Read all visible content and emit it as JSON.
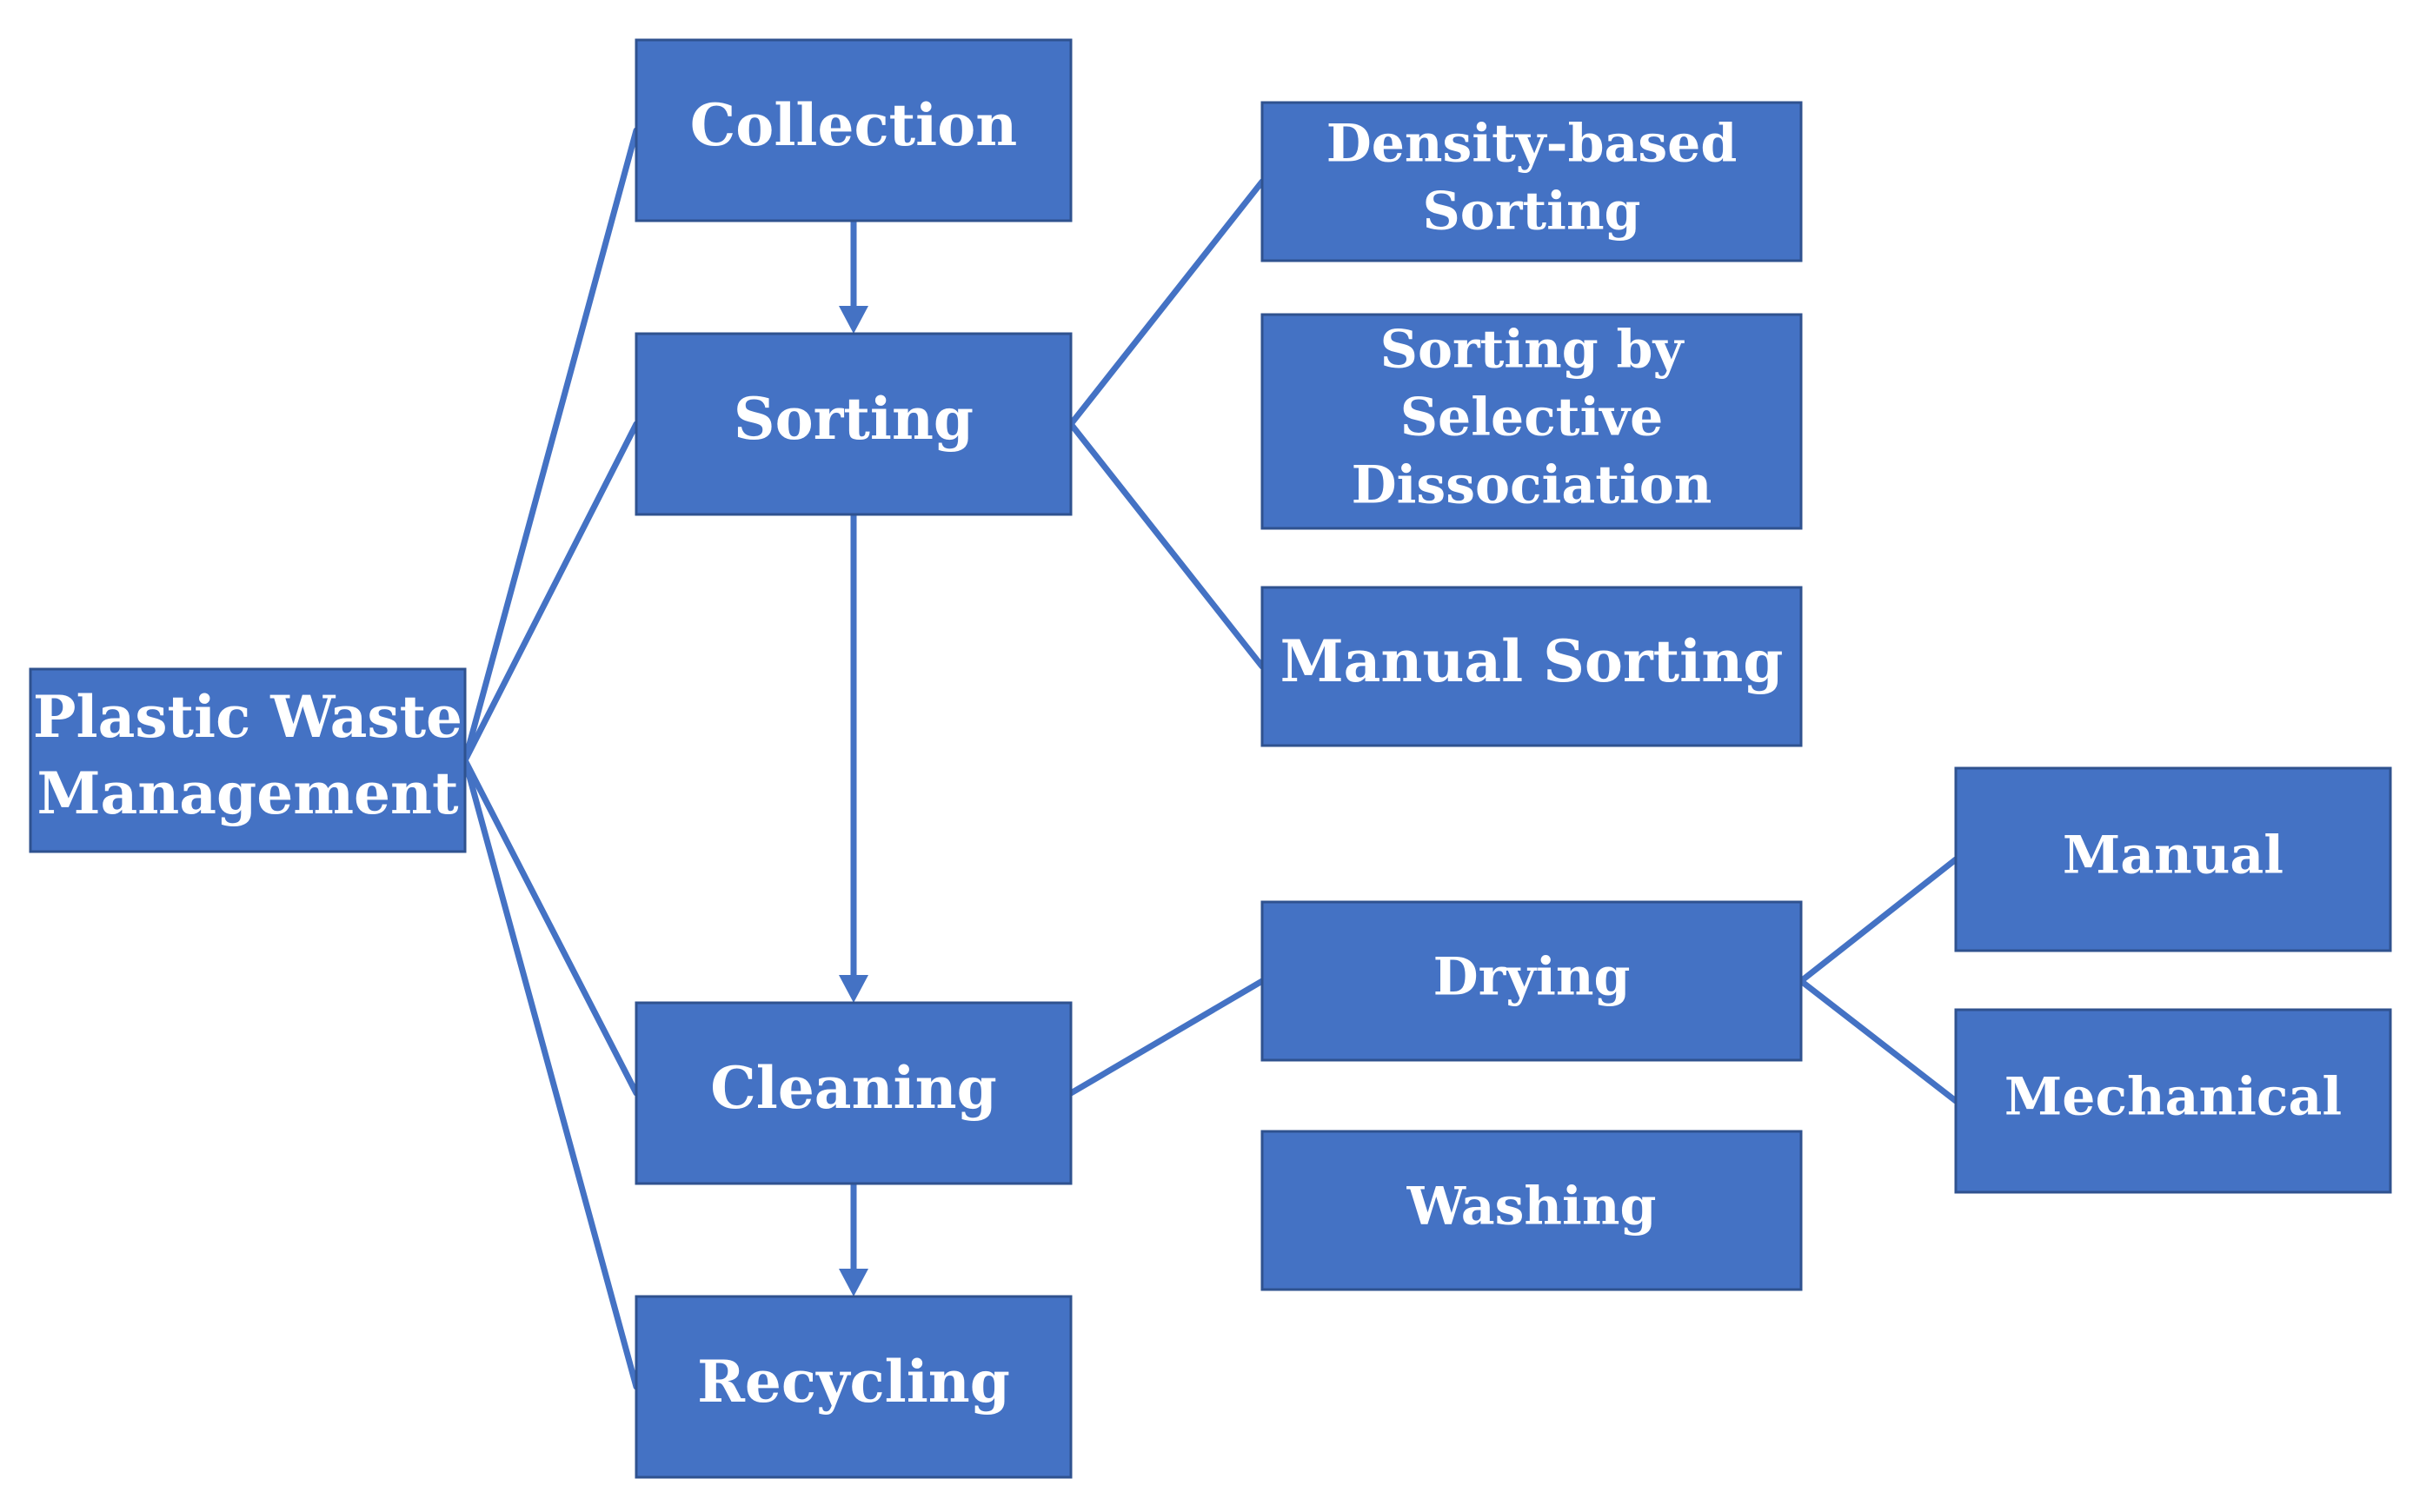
{
  "colors": {
    "box_fill": "#4472c4",
    "box_border": "#2f528f",
    "connector": "#4472c4",
    "text": "#ffffff",
    "background": "#ffffff"
  },
  "nodes": {
    "plastic_waste_management": {
      "lines": [
        "Plastic Waste",
        "Management"
      ]
    },
    "collection": {
      "lines": [
        "Collection"
      ]
    },
    "sorting": {
      "lines": [
        "Sorting"
      ]
    },
    "cleaning": {
      "lines": [
        "Cleaning"
      ]
    },
    "recycling": {
      "lines": [
        "Recycling"
      ]
    },
    "density_based_sorting": {
      "lines": [
        "Density-based",
        "Sorting"
      ]
    },
    "sorting_by_selective_dissociation": {
      "lines": [
        "Sorting by",
        "Selective",
        "Dissociation"
      ]
    },
    "manual_sorting": {
      "lines": [
        "Manual Sorting"
      ]
    },
    "drying": {
      "lines": [
        "Drying"
      ]
    },
    "washing": {
      "lines": [
        "Washing"
      ]
    },
    "manual": {
      "lines": [
        "Manual"
      ]
    },
    "mechanical": {
      "lines": [
        "Mechanical"
      ]
    }
  },
  "edges": [
    {
      "from": "plastic_waste_management",
      "to": "collection",
      "type": "line"
    },
    {
      "from": "plastic_waste_management",
      "to": "sorting",
      "type": "line"
    },
    {
      "from": "plastic_waste_management",
      "to": "cleaning",
      "type": "line"
    },
    {
      "from": "plastic_waste_management",
      "to": "recycling",
      "type": "line"
    },
    {
      "from": "collection",
      "to": "sorting",
      "type": "arrow"
    },
    {
      "from": "sorting",
      "to": "cleaning",
      "type": "arrow"
    },
    {
      "from": "cleaning",
      "to": "recycling",
      "type": "arrow"
    },
    {
      "from": "sorting",
      "to": "density_based_sorting",
      "type": "line"
    },
    {
      "from": "sorting",
      "to": "manual_sorting",
      "type": "line"
    },
    {
      "from": "cleaning",
      "to": "drying",
      "type": "line"
    },
    {
      "from": "drying",
      "to": "manual",
      "type": "line"
    },
    {
      "from": "drying",
      "to": "mechanical",
      "type": "line"
    }
  ]
}
